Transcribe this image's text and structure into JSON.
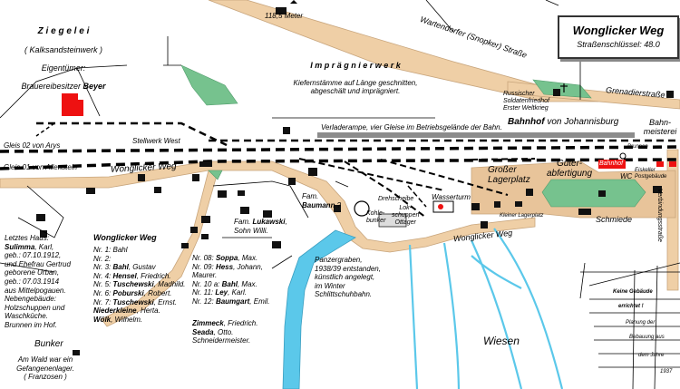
{
  "title_box": {
    "title": "Wonglicker Weg",
    "subtitle": "Straßenschlüssel: 48.0"
  },
  "elevation": "118,5 Meter",
  "ziegelei": {
    "heading": "Z i e g e l e i",
    "line2": "( Kalksandsteinwerk )",
    "line3": "Eigentümer:",
    "line4_prefix": "Brauereibesitzer ",
    "line4_name": "Beyer"
  },
  "impraegnier": {
    "heading": "I m p r ä g n i e r w e r k",
    "text": "Kiefernstämme auf Länge geschnitten,\nabgeschält und imprägniert."
  },
  "streets": {
    "wartendorfer": "Wartendorfer (Snopker) Straße",
    "grenadier": "Grenadierstraße",
    "wonglicker_west": "Wonglicker Weg",
    "wonglicker_east": "Wonglicker Weg",
    "verbindung": "Verbindungsstraße"
  },
  "soldatenfriedhof": "Russischer\nSoldatenfriedhof\nErster Weltkrieg",
  "verladerampe": "Verladerampe, vier Gleise im Betriebsgelände der Bahn.",
  "bahnhof": {
    "bold": "Bahnhof",
    "rest": " von Johannisburg"
  },
  "bahnmeisterei": "Bahn-\nmeisterei",
  "brunnen": "Brunnen",
  "gleis02": "Gleis 02 von Arys",
  "gleis01": "Gleis 01 von Allenstein",
  "stellwerk": "Stellwerk West",
  "lagerplatz": "Großer\nLagerplatz",
  "gueter": "Güter-\nabfertigung",
  "bahnhof_badge": "Bahnhof",
  "wc": "WC",
  "postgebaeude": "Eiskeller\nPostgebäude",
  "schmiede": "Schmiede",
  "kleiner_lagerplatz": "Kleiner Lagerplatz",
  "wasserturm": "Wasserturm",
  "drehscheibe": "Drehscheibe",
  "lokschuppen": "Lok-\nschuppen\nOttager",
  "kohlebunker": "Kohle-\nbunker",
  "lukawski": {
    "prefix": "Fam. ",
    "name": "Lukawski",
    "suffix": ",\nSohn Willi."
  },
  "baumann": {
    "prefix": "Fam.\n",
    "name": "Baumann",
    "suffix": " ?"
  },
  "letztes_haus": {
    "line1": "Letztes Haus:",
    "name": "Sulimma",
    "rest": ", Karl,\ngeb.: 07.10.1912,\nund Ehefrau Gertrud\ngeborene Urban,\ngeb.: 07.03.1914\naus Mittelpogauen.\nNebengebäude:\nHolzschuppen und\nWaschküche.\nBrunnen im Hof."
  },
  "residents_heading": "Wonglicker Weg",
  "residents_left": [
    {
      "nr": "Nr. 1: ",
      "name": "",
      "rest": "Bahl"
    },
    {
      "nr": "Nr. 2:",
      "name": "",
      "rest": ""
    },
    {
      "nr": "Nr. 3: ",
      "name": "Bahl",
      "rest": ", Gustav"
    },
    {
      "nr": "Nr. 4: ",
      "name": "Hensel",
      "rest": ", Friedrich."
    },
    {
      "nr": "Nr. 5: ",
      "name": "Tuschewski",
      "rest": ", Madhild."
    },
    {
      "nr": "Nr. 6: ",
      "name": "Poburski",
      "rest": ", Robert."
    },
    {
      "nr": "Nr. 7: ",
      "name": "Tuschewski",
      "rest": ", Ernst."
    },
    {
      "nr": "",
      "name": "Niederkleine",
      "rest": ", Herta."
    },
    {
      "nr": "",
      "name": "Wölk",
      "rest": ", Wilhelm."
    }
  ],
  "residents_right": [
    {
      "nr": "Nr. 08: ",
      "name": "Soppa",
      "rest": ", Max."
    },
    {
      "nr": "Nr. 09: ",
      "name": "Hess",
      "rest": ", Johann,"
    },
    {
      "nr": "",
      "name": "",
      "rest": "Maurer."
    },
    {
      "nr": "Nr. 10 a: ",
      "name": "Bahl",
      "rest": ", Max."
    },
    {
      "nr": "Nr. 11: ",
      "name": "Ley",
      "rest": ", Karl."
    },
    {
      "nr": "Nr. 12: ",
      "name": "Baumgart",
      "rest": ", Emil."
    }
  ],
  "zimmeck": {
    "name1": "Zimmeck",
    "rest1": ", Friedrich.",
    "name2": "Seada",
    "rest2": ", Otto.",
    "line3": "Schneidermeister."
  },
  "panzergraben": "Panzergraben,\n1938/39 entstanden,\nkünstlich angelegt,\nim Winter\nSchlittschuhbahn.",
  "bunker": "Bunker",
  "bunker_note": "Am Wald war ein\nGefangenenlager.\n( Franzosen )",
  "wiesen": "Wiesen",
  "keine_gebaeude": [
    "Keine Gebäude",
    "errichtet !",
    "Planung der",
    "Bebauung aus",
    "dem Jahre",
    "1937"
  ],
  "colors": {
    "road": "#efcfa6",
    "water": "#5bc8ea",
    "green": "#76c28e",
    "building": "#111111",
    "red": "#ee1111",
    "platform": "#e8c49a",
    "grey": "#8c8c8c"
  }
}
